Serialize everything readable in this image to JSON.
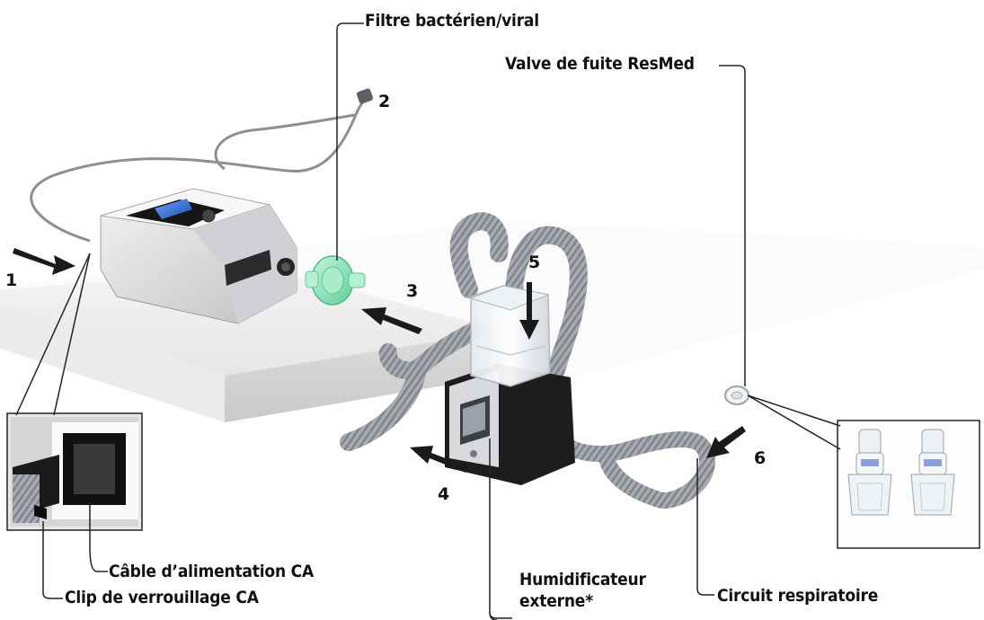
{
  "labels": {
    "filter": "Filtre bactérien/viral",
    "leak_valve": "Valve de fuite ResMed",
    "power_cable": "Câble d’alimentation CA",
    "lock_clip": "Clip de verrouillage CA",
    "humidifier_line1": "Humidificateur",
    "humidifier_line2": "externe*",
    "circuit": "Circuit respiratoire"
  },
  "numbers": {
    "n1": "1",
    "n2": "2",
    "n3": "3",
    "n4": "4",
    "n5": "5",
    "n6": "6"
  },
  "colors": {
    "line": "#222222",
    "arrow": "#1a1a1a",
    "filter_green": "#8fe0b8",
    "hose_grey": "#9a9da3",
    "device_grey": "#d9dadc",
    "screen_blue": "#2f6cc9"
  }
}
